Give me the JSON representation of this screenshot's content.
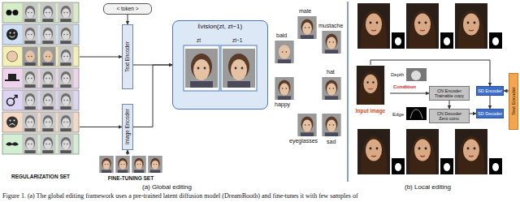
{
  "diagram": {
    "caption": "Figure 1. (a) The global editing framework uses a pre-trained latent diffusion model (DreamBooth) and fine-tunes it with few samples of",
    "nodes": [
      {
        "text": [
          "REGULARIZATION SET"
        ]
      },
      {
        "text": [
          "< token >"
        ]
      },
      {
        "text": [
          "Text Encoder"
        ]
      },
      {
        "text": [
          "Image Encoder"
        ]
      },
      {
        "text": [
          "FINE-TUNING SET"
        ]
      },
      {
        "text": [
          "ℓvision(zt, zt−1)"
        ]
      },
      {
        "text": [
          "Input image"
        ]
      },
      {
        "text": [
          "CN Encoder",
          "Trainable copy"
        ]
      },
      {
        "text": [
          "CN Decoder",
          "Zero conv."
        ]
      },
      {
        "text": [
          "SD Encoder"
        ]
      },
      {
        "text": [
          "SD Decoder"
        ]
      },
      {
        "text": [
          "Text Encoder"
        ]
      }
    ],
    "edges": [
      {
        "from": 1,
        "to": 2,
        "arrow": "to"
      },
      {
        "from": 0,
        "to": 2,
        "arrow": "to"
      },
      {
        "from": 0,
        "to": 3,
        "arrow": "to"
      },
      {
        "from": 4,
        "to": 3,
        "arrow": "to"
      },
      {
        "from": 2,
        "to": 5,
        "arrow": "to"
      },
      {
        "from": 3,
        "to": 5,
        "arrow": "to"
      },
      {
        "from": 6,
        "to": 7,
        "arrow": "to"
      },
      {
        "from": 6,
        "to": 9,
        "arrow": "to"
      },
      {
        "from": 7,
        "to": 8,
        "arrow": "to"
      },
      {
        "from": 9,
        "to": 10,
        "arrow": "to"
      },
      {
        "from": 8,
        "to": 10,
        "arrow": "to"
      },
      {
        "from": 11,
        "to": 9,
        "arrow": "to"
      }
    ],
    "labels": [
      "zt",
      "zt−1",
      "bald",
      "male",
      "mustache",
      "happy",
      "hat",
      "eyeglasses",
      "sad",
      "Depth",
      "Condition",
      "Edge",
      "(a) Global editing",
      "(b) Local editing"
    ]
  }
}
